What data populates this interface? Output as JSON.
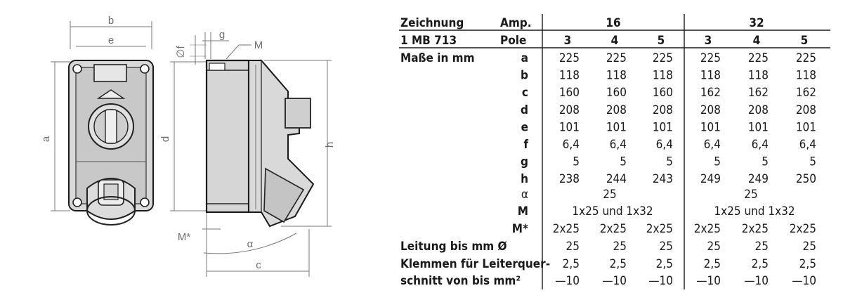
{
  "drawing": {
    "dim_labels": {
      "b": "b",
      "e": "e",
      "a": "a",
      "d": "d",
      "h": "h",
      "f": "∅f",
      "g": "g",
      "M": "M",
      "Mstar": "M*",
      "alpha": "α",
      "c": "c"
    }
  },
  "table": {
    "header": {
      "zeichnung": "Zeichnung",
      "model": "1 MB 713",
      "amp_label": "Amp.",
      "pole_label": "Pole",
      "amp_16": "16",
      "amp_32": "32",
      "poles": [
        "3",
        "4",
        "5",
        "3",
        "4",
        "5"
      ]
    },
    "masse_label": "Maße in mm",
    "rows": [
      {
        "key": "a",
        "values": [
          "225",
          "225",
          "225",
          "225",
          "225",
          "225"
        ]
      },
      {
        "key": "b",
        "values": [
          "118",
          "118",
          "118",
          "118",
          "118",
          "118"
        ]
      },
      {
        "key": "c",
        "values": [
          "160",
          "160",
          "160",
          "162",
          "162",
          "162"
        ]
      },
      {
        "key": "d",
        "values": [
          "208",
          "208",
          "208",
          "208",
          "208",
          "208"
        ]
      },
      {
        "key": "e",
        "values": [
          "101",
          "101",
          "101",
          "101",
          "101",
          "101"
        ]
      },
      {
        "key": "f",
        "values": [
          "6,4",
          "6,4",
          "6,4",
          "6,4",
          "6,4",
          "6,4"
        ]
      },
      {
        "key": "g",
        "values": [
          "5",
          "5",
          "5",
          "5",
          "5",
          "5"
        ]
      },
      {
        "key": "h",
        "values": [
          "238",
          "244",
          "243",
          "249",
          "249",
          "250"
        ]
      }
    ],
    "alpha": {
      "key": "α",
      "value_16": "25",
      "value_32": "25"
    },
    "M": {
      "key": "M",
      "value_16": "1x25 und 1x32",
      "value_32": "1x25 und 1x32"
    },
    "Mstar": {
      "key": "M*",
      "values": [
        "2x25",
        "2x25",
        "2x25",
        "2x25",
        "2x25",
        "2x25"
      ]
    },
    "leitung": {
      "label": "Leitung bis mm Ø",
      "values": [
        "25",
        "25",
        "25",
        "25",
        "25",
        "25"
      ]
    },
    "klemmen": {
      "label_line1": "Klemmen für Leiterquer-",
      "label_line2": "schnitt von bis mm²",
      "line1_values": [
        "2,5",
        "2,5",
        "2,5",
        "2,5",
        "2,5",
        "2,5"
      ],
      "line2_values": [
        "—10",
        "—10",
        "—10",
        "—10",
        "—10",
        "—10"
      ]
    }
  }
}
